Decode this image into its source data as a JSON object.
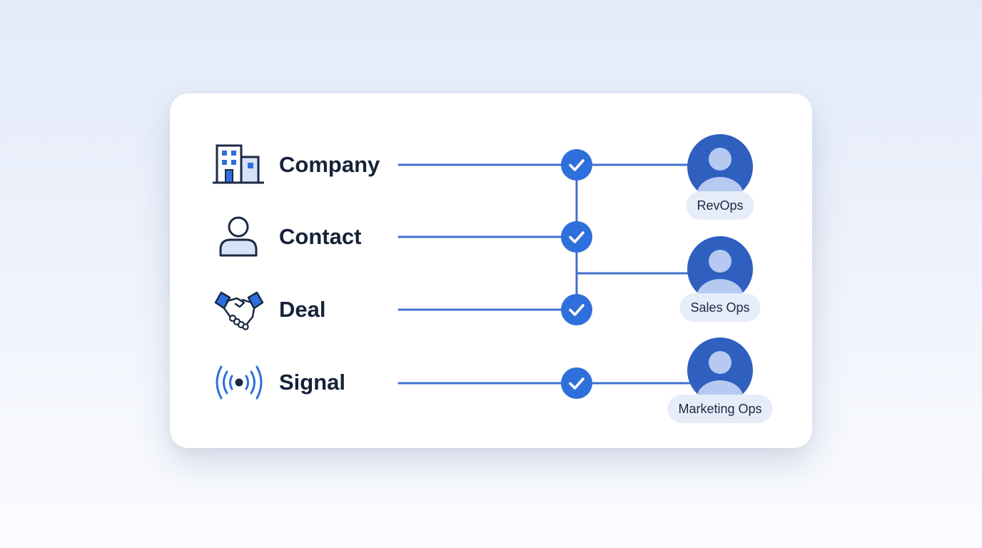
{
  "entities": [
    {
      "label": "Company",
      "icon": "building-icon"
    },
    {
      "label": "Contact",
      "icon": "person-icon"
    },
    {
      "label": "Deal",
      "icon": "handshake-icon"
    },
    {
      "label": "Signal",
      "icon": "signal-broadcast-icon"
    }
  ],
  "roles": [
    {
      "label": "RevOps",
      "icon": "user-avatar-icon"
    },
    {
      "label": "Sales Ops",
      "icon": "user-avatar-icon"
    },
    {
      "label": "Marketing Ops",
      "icon": "user-avatar-icon"
    }
  ],
  "check_icon": "check-circle-icon",
  "colors": {
    "accent": "#2e6fdc",
    "line": "#3f72cc",
    "avatar": "#2f5fbf",
    "avatar_figure": "#b5c9f1",
    "pill": "#e6edf9",
    "text": "#152238"
  }
}
